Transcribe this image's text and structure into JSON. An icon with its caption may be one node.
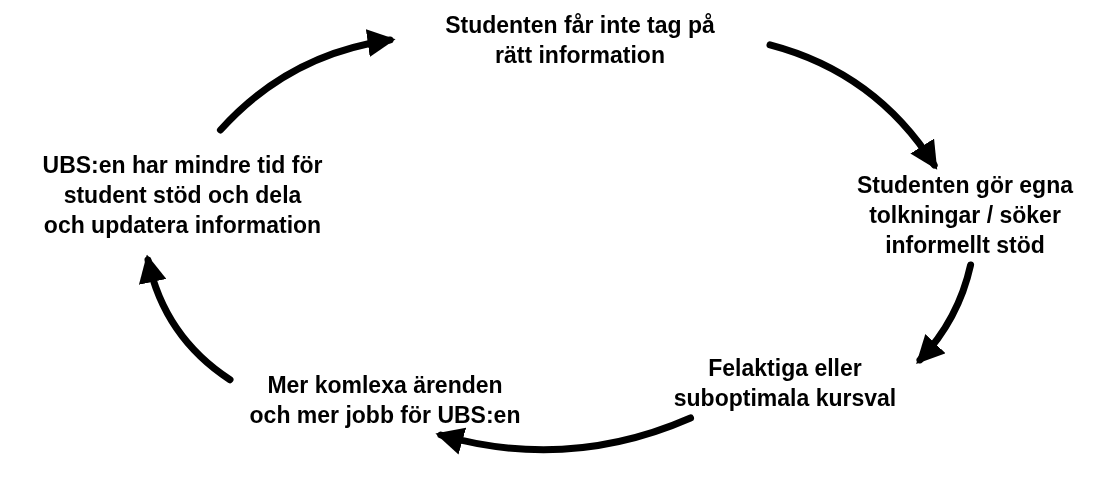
{
  "diagram": {
    "nodes": [
      {
        "text": [
          "Studenten får inte tag på rätt information"
        ]
      },
      {
        "text": [
          "Studenten gör egna tolkningar / söker informellt stöd"
        ]
      },
      {
        "text": [
          "Felaktiga eller suboptimala kursval"
        ]
      },
      {
        "text": [
          "Mer komlexa ärenden och mer jobb för UBS:en"
        ]
      },
      {
        "text": [
          "UBS:en har mindre tid för student stöd och dela och updatera information"
        ]
      }
    ],
    "edges": [
      {
        "from": 0,
        "to": 1,
        "arrow": "to"
      },
      {
        "from": 1,
        "to": 2,
        "arrow": "to"
      },
      {
        "from": 2,
        "to": 3,
        "arrow": "to"
      },
      {
        "from": 3,
        "to": 4,
        "arrow": "to"
      },
      {
        "from": 4,
        "to": 0,
        "arrow": "to"
      }
    ]
  }
}
